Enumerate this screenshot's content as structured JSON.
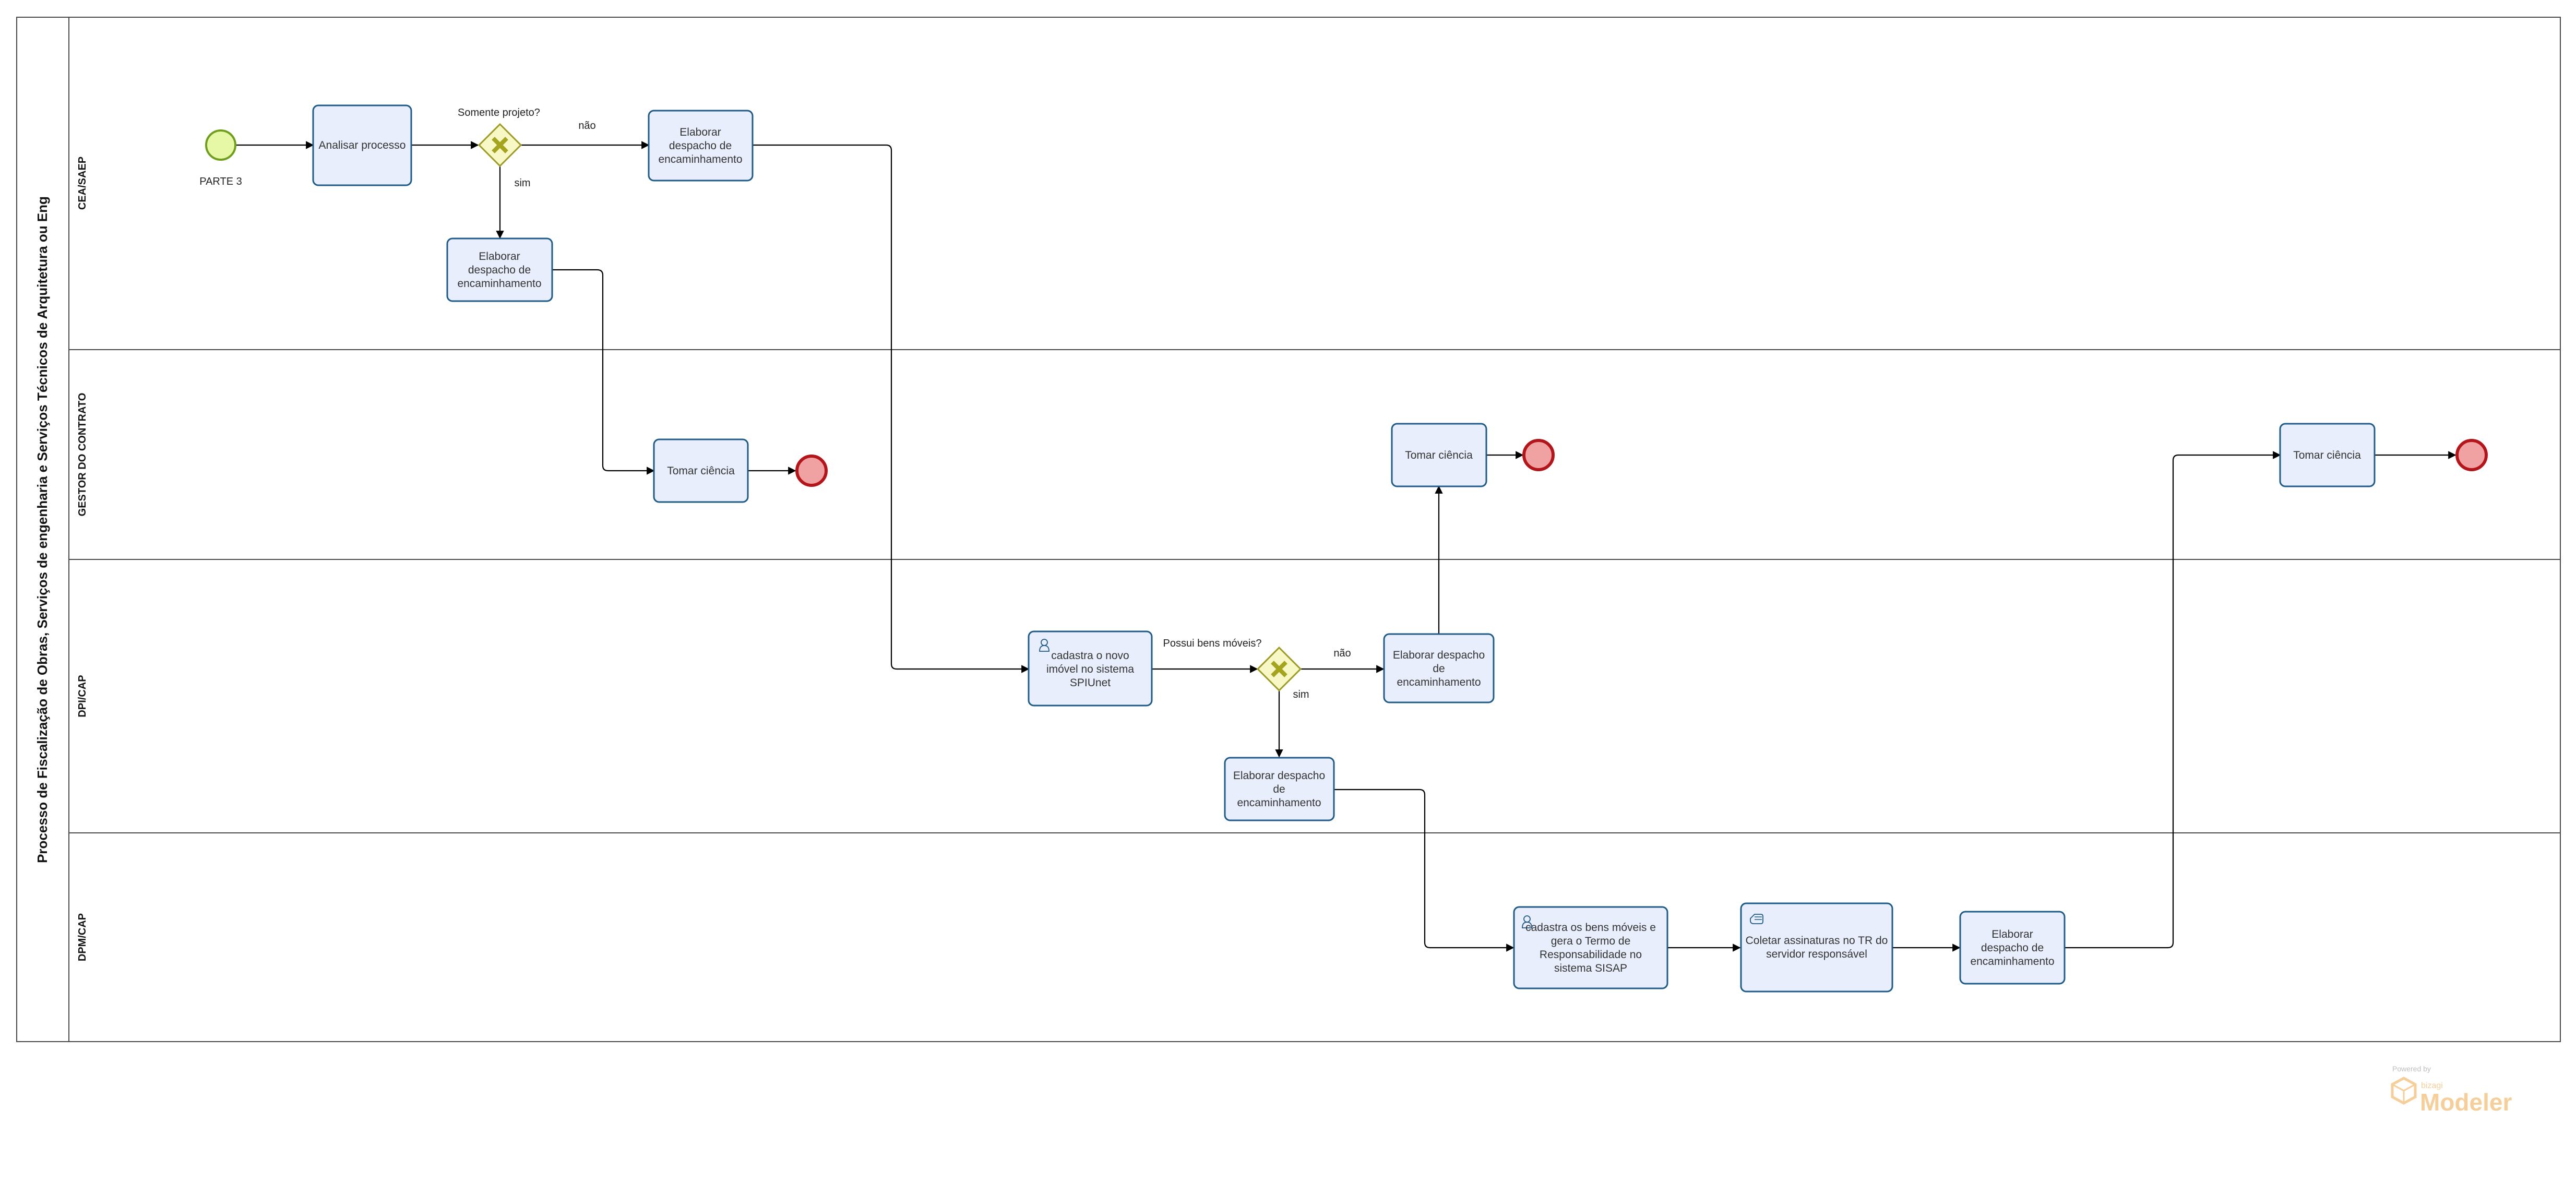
{
  "pool": {
    "title": "Processo  de Fiscalização de Obras, Serviços de engenharia e Serviços Técnicos de Arquitetura ou Eng"
  },
  "lanes": [
    "CEA/SAEP",
    "GESTOR DO CONTRATO",
    "DPI/CAP",
    "DPM/CAP"
  ],
  "start_event": {
    "label": "PARTE 3"
  },
  "tasks": {
    "analisar": [
      "Analisar processo"
    ],
    "elab_cea_top": [
      "Elaborar",
      "despacho de",
      "encaminhamento"
    ],
    "elab_cea_low": [
      "Elaborar",
      "despacho de",
      "encaminhamento"
    ],
    "tomar1": [
      "Tomar ciência"
    ],
    "tomar2": [
      "Tomar ciência"
    ],
    "tomar3": [
      "Tomar ciência"
    ],
    "cadastra_imovel": [
      "cadastra o novo",
      "imóvel no sistema",
      "SPIUnet"
    ],
    "elab_dpi_right": [
      "Elaborar despacho",
      "de",
      "encaminhamento"
    ],
    "elab_dpi_low": [
      "Elaborar despacho",
      "de",
      "encaminhamento"
    ],
    "cadastra_bens": [
      "cadastra os bens móveis e",
      "gera o Termo de",
      "Responsabilidade no",
      "sistema SISAP"
    ],
    "coletar": [
      "Coletar assinaturas no TR do",
      "servidor responsável"
    ],
    "elab_dpm": [
      "Elaborar",
      "despacho de",
      "encaminhamento"
    ]
  },
  "gateways": {
    "g1": {
      "question": "Somente projeto?",
      "no": "não",
      "yes": "sim"
    },
    "g2": {
      "question": "Possui bens móveis?",
      "no": "não",
      "yes": "sim"
    }
  },
  "watermark": {
    "powered": "Powered by",
    "brand": "bizagi",
    "product": "Modeler"
  },
  "colors": {
    "task_fill": "#e8eefb",
    "task_stroke": "#1e5b86",
    "start_fill": "#e6f7a6",
    "start_stroke": "#6f9e1c",
    "end_fill": "#f0a2a2",
    "end_stroke": "#b3151a",
    "gateway_fill": "#f8f8c6",
    "gateway_stroke": "#9c9c24",
    "gateway_x": "#a4a41e"
  }
}
